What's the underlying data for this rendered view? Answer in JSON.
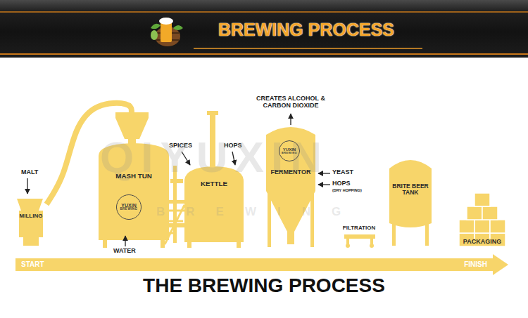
{
  "diagram": {
    "title": "BREWING PROCESS",
    "caption": "THE BREWING PROCESS",
    "nodes": [
      {
        "text": [
          "MILLING"
        ]
      },
      {
        "text": [
          "MASH TUN"
        ]
      },
      {
        "text": [
          "YUXIN",
          "BREWING"
        ],
        "in": 1
      },
      {
        "text": [
          "KETTLE"
        ]
      },
      {
        "text": [
          "FERMENTOR"
        ]
      },
      {
        "text": [
          "YUXIN",
          "BREWING"
        ],
        "in": 4
      },
      {
        "text": [
          "FILTRATION"
        ]
      },
      {
        "text": [
          "BRITE BEER TANK"
        ]
      },
      {
        "text": [
          "PACKAGING"
        ]
      },
      {
        "text": [
          "START",
          "FINISH"
        ]
      }
    ],
    "edges": [
      {
        "from": 0,
        "to": 1,
        "arrow": "none"
      },
      {
        "from": 1,
        "to": 3,
        "arrow": "none"
      }
    ],
    "labels": [
      "MALT",
      "WATER",
      "SPICES",
      "HOPS",
      "CREATES ALCOHOL & CARBON DIOXIDE",
      "YEAST",
      "HOPS",
      "(DRY HOPPING)",
      "QIYUXIN",
      "BREWING"
    ]
  }
}
